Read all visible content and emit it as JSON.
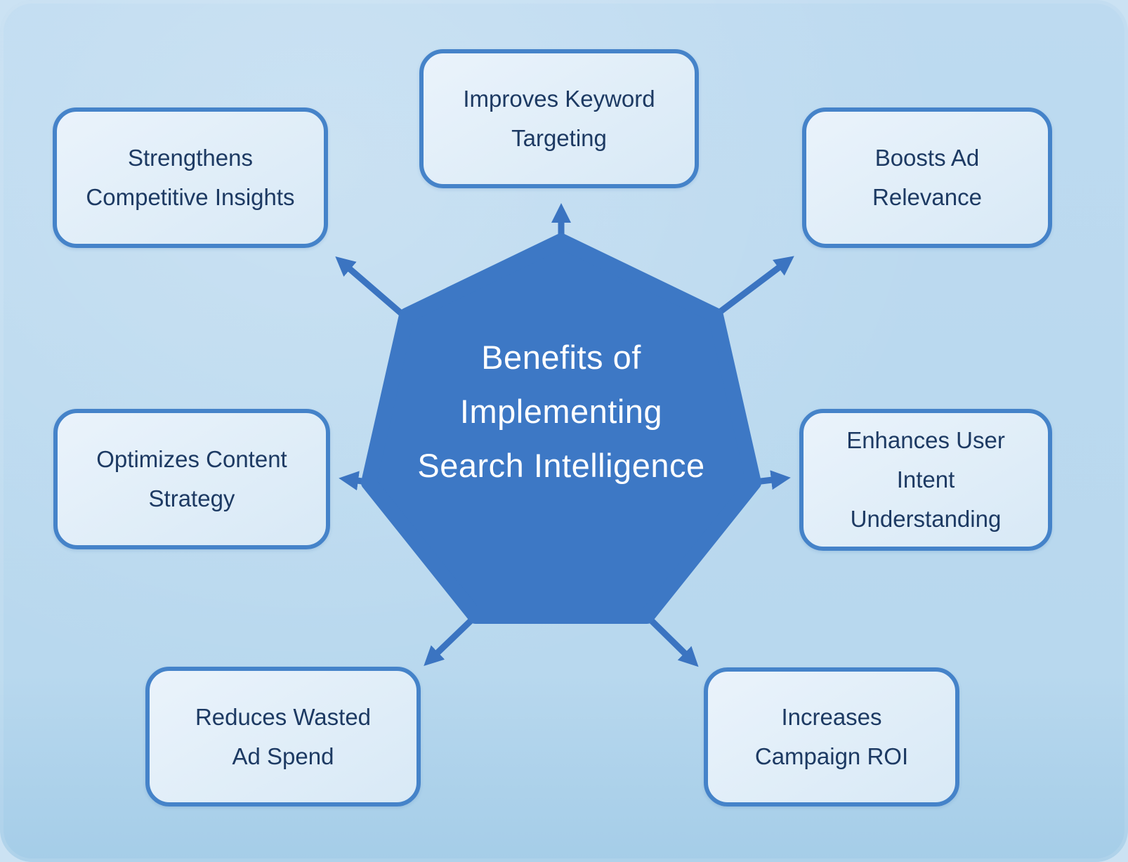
{
  "center": {
    "label": "Benefits of\nImplementing\nSearch Intelligence",
    "shape": "heptagon"
  },
  "nodes": [
    {
      "id": "improves-keyword-targeting",
      "label": "Improves Keyword\nTargeting",
      "position": "top"
    },
    {
      "id": "boosts-ad-relevance",
      "label": "Boosts Ad\nRelevance",
      "position": "top-right"
    },
    {
      "id": "enhances-user-intent-understanding",
      "label": "Enhances User\nIntent\nUnderstanding",
      "position": "right"
    },
    {
      "id": "increases-campaign-roi",
      "label": "Increases\nCampaign ROI",
      "position": "bottom-right"
    },
    {
      "id": "reduces-wasted-ad-spend",
      "label": "Reduces Wasted\nAd Spend",
      "position": "bottom-left"
    },
    {
      "id": "optimizes-content-strategy",
      "label": "Optimizes Content\nStrategy",
      "position": "left"
    },
    {
      "id": "strengthens-competitive-insights",
      "label": "Strengthens\nCompetitive Insights",
      "position": "top-left"
    }
  ],
  "colors": {
    "bg-page": "#cbe2f3",
    "bg-canvas": "#b8d8ee",
    "heptagon": "#3d78c5",
    "arrow": "#3b74c1",
    "box-border": "#4583c9",
    "box-fill-light": "#eaf3fb",
    "box-fill": "#d8e9f6",
    "box-text": "#1d3a63",
    "center-text": "#ffffff"
  }
}
